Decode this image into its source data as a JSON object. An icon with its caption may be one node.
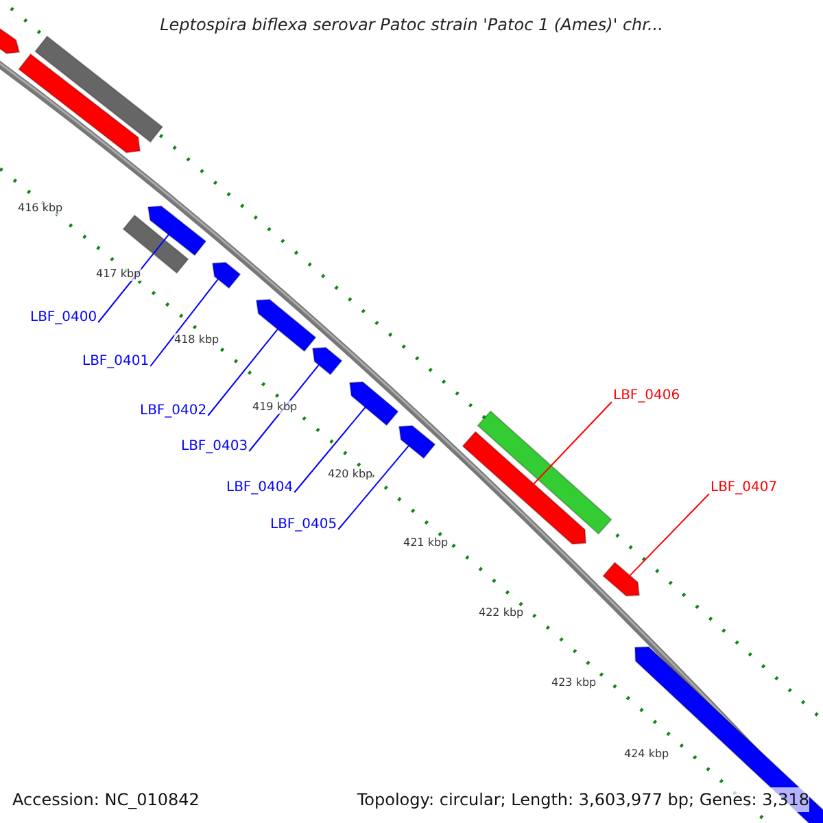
{
  "diagram": {
    "title": "Leptospira biflexa serovar Patoc strain 'Patoc 1 (Ames)' chr...",
    "nodes": [
      {
        "text": [],
        "shape": "block"
      },
      {
        "text": [],
        "shape": "bar"
      },
      {
        "text": [],
        "shape": "block"
      },
      {
        "text": [],
        "shape": "block"
      },
      {
        "text": [],
        "shape": "bar"
      },
      {
        "text": [],
        "shape": "block"
      },
      {
        "text": [],
        "shape": "block"
      },
      {
        "text": [],
        "shape": "block"
      },
      {
        "text": [],
        "shape": "block"
      },
      {
        "text": [],
        "shape": "block"
      },
      {
        "text": [],
        "shape": "bar"
      },
      {
        "text": [],
        "shape": "block"
      },
      {
        "text": [],
        "shape": "block"
      },
      {
        "text": [],
        "shape": "block"
      },
      {
        "text": [
          "LBF_0400"
        ]
      },
      {
        "text": [
          "LBF_0401"
        ]
      },
      {
        "text": [
          "LBF_0402"
        ]
      },
      {
        "text": [
          "LBF_0403"
        ]
      },
      {
        "text": [
          "LBF_0404"
        ]
      },
      {
        "text": [
          "LBF_0405"
        ]
      },
      {
        "text": [
          "LBF_0406"
        ]
      },
      {
        "text": [
          "LBF_0407"
        ]
      }
    ],
    "edges": [
      {
        "from": 14,
        "to": 3,
        "arrow": "none"
      },
      {
        "from": 15,
        "to": 5,
        "arrow": "none"
      },
      {
        "from": 16,
        "to": 6,
        "arrow": "none"
      },
      {
        "from": 17,
        "to": 7,
        "arrow": "none"
      },
      {
        "from": 18,
        "to": 8,
        "arrow": "none"
      },
      {
        "from": 19,
        "to": 9,
        "arrow": "none"
      },
      {
        "from": 20,
        "to": 11,
        "arrow": "none",
        "color": "#ff0000"
      },
      {
        "from": 21,
        "to": 12,
        "arrow": "none",
        "color": "#ff0000"
      }
    ],
    "labels": [
      "416 kbp",
      "417 kbp",
      "418 kbp",
      "419 kbp",
      "420 kbp",
      "421 kbp",
      "422 kbp",
      "423 kbp",
      "424 kbp",
      "Accession: NC_010842",
      "Topology: circular; Length: 3,603,977 bp; Genes: 3,318"
    ]
  }
}
